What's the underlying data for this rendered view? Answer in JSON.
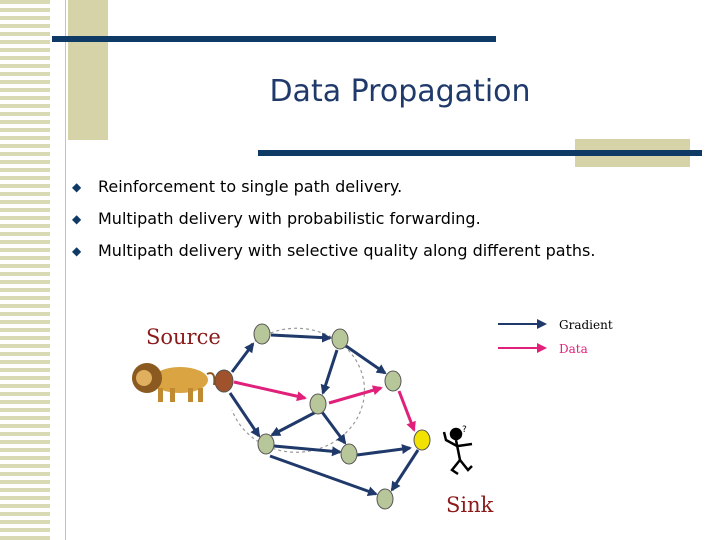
{
  "slide": {
    "title": "Data Propagation",
    "bullets": [
      "Reinforcement to single path delivery.",
      "Multipath delivery with probabilistic forwarding.",
      "Multipath delivery with selective quality along different paths."
    ],
    "bullet_icon": "diamond-bullet-icon"
  },
  "diagram": {
    "source_label": "Source",
    "sink_label": "Sink",
    "legend": {
      "gradient_label": "Gradient",
      "data_label": "Data"
    },
    "colors": {
      "gradient": "#1f3a6a",
      "data": "#e0207a",
      "node": "#b8c79a",
      "source_node": "#a0522d",
      "sink_node": "#f2e200",
      "title": "#1f3a6a",
      "accent_bar": "#0f3a66",
      "tan": "#d6d3a8"
    },
    "icons": [
      "lion-icon",
      "person-icon"
    ]
  }
}
